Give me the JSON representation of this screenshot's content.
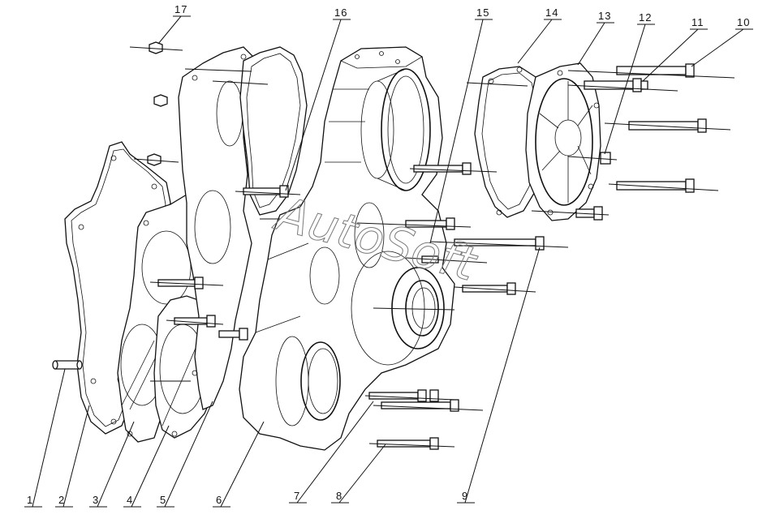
{
  "callouts": [
    {
      "id": "1",
      "text": "1"
    },
    {
      "id": "2",
      "text": "2"
    },
    {
      "id": "3",
      "text": "3"
    },
    {
      "id": "4",
      "text": "4"
    },
    {
      "id": "5",
      "text": "5"
    },
    {
      "id": "6",
      "text": "6"
    },
    {
      "id": "7",
      "text": "7"
    },
    {
      "id": "8",
      "text": "8"
    },
    {
      "id": "9",
      "text": "9"
    },
    {
      "id": "10",
      "text": "10"
    },
    {
      "id": "11",
      "text": "11"
    },
    {
      "id": "12",
      "text": "12"
    },
    {
      "id": "13",
      "text": "13"
    },
    {
      "id": "14",
      "text": "14"
    },
    {
      "id": "15",
      "text": "15"
    },
    {
      "id": "16",
      "text": "16"
    },
    {
      "id": "17",
      "text": "17"
    }
  ],
  "watermark": "AutoSoft",
  "colors": {
    "ink": "#111111",
    "paper": "#ffffff",
    "watermark": "#7a7a7a"
  }
}
